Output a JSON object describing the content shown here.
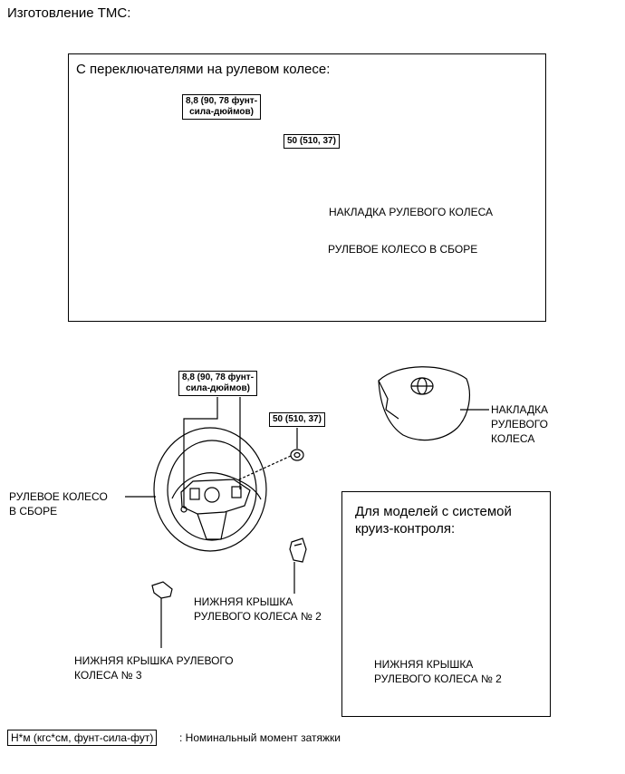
{
  "page_title": "Изготовление ТМС:",
  "top_section": {
    "title": "С переключателями на рулевом колесе:",
    "torque_bolt": "8,8 (90, 78 фунт-сила-дюймов)",
    "torque_bolt_line1": "8,8 (90, 78 фунт-",
    "torque_bolt_line2": "сила-дюймов)",
    "torque_nut": "50 (510, 37)",
    "pad_label": "НАКЛАДКА РУЛЕВОГО КОЛЕСА",
    "wheel_label": "РУЛЕВОЕ КОЛЕСО В СБОРЕ"
  },
  "bottom_section": {
    "torque_bolt_line1": "8,8 (90, 78 фунт-",
    "torque_bolt_line2": "сила-дюймов)",
    "torque_nut": "50 (510, 37)",
    "pad_label_line1": "НАКЛАДКА",
    "pad_label_line2": "РУЛЕВОГО",
    "pad_label_line3": "КОЛЕСА",
    "wheel_label_line1": "РУЛЕВОЕ КОЛЕСО",
    "wheel_label_line2": "В СБОРЕ",
    "cover2_line1": "НИЖНЯЯ КРЫШКА",
    "cover2_line2": "РУЛЕВОГО КОЛЕСА № 2",
    "cover3_line1": "НИЖНЯЯ КРЫШКА РУЛЕВОГО",
    "cover3_line2": "КОЛЕСА № 3"
  },
  "cruise_section": {
    "title_line1": "Для моделей с системой",
    "title_line2": "круиз-контроля:",
    "cover2_line1": "НИЖНЯЯ КРЫШКА",
    "cover2_line2": "РУЛЕВОГО КОЛЕСА № 2"
  },
  "legend": {
    "unit": "Н*м (кгс*см, фунт-сила-фут)",
    "description": ": Номинальный момент затяжки"
  }
}
